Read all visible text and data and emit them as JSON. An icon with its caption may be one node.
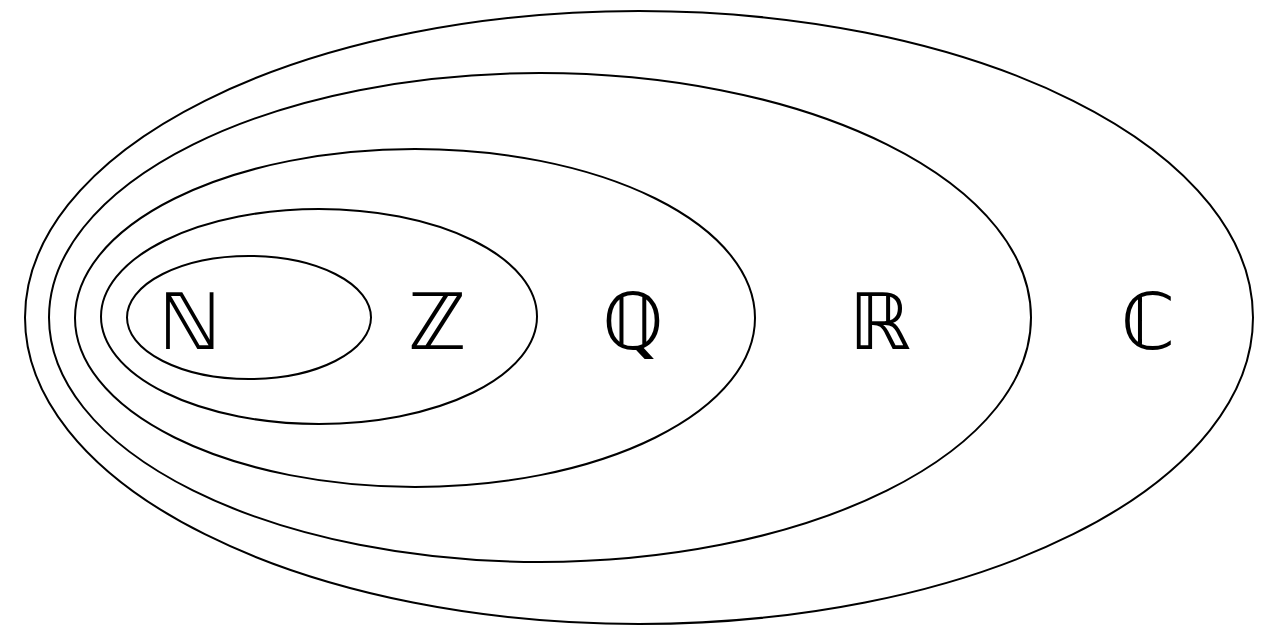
{
  "diagram": {
    "nodes": [
      {
        "text": [
          "ℂ"
        ]
      },
      {
        "text": [
          "ℝ"
        ],
        "in": 0
      },
      {
        "text": [
          "ℚ"
        ],
        "in": 1
      },
      {
        "text": [
          "ℤ"
        ],
        "in": 2
      },
      {
        "text": [
          "ℕ"
        ],
        "in": 3
      }
    ]
  }
}
